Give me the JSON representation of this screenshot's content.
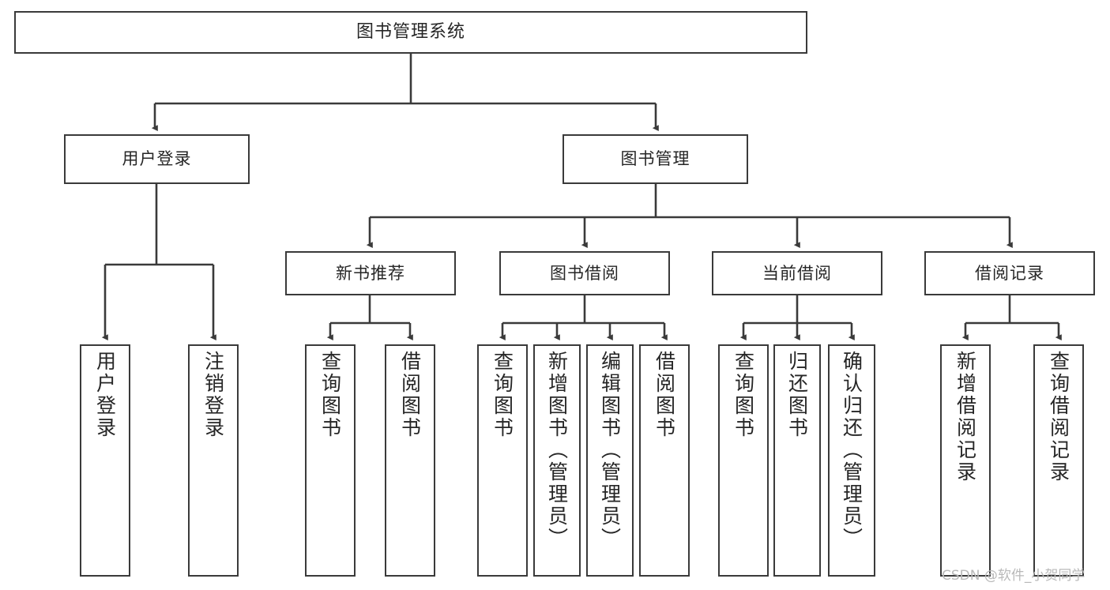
{
  "diagram": {
    "title": "图书管理系统",
    "type": "tree-hierarchy",
    "orientation": "top-down",
    "stroke_color": "#3a3a3a",
    "text_color": "#262626",
    "background_color": "#ffffff",
    "nodes": {
      "root": {
        "label": "图书管理系统"
      },
      "level2": [
        {
          "id": "user-login",
          "label": "用户登录"
        },
        {
          "id": "book-management",
          "label": "图书管理"
        }
      ],
      "level3": [
        {
          "id": "new-book-recommend",
          "label": "新书推荐"
        },
        {
          "id": "book-borrow",
          "label": "图书借阅"
        },
        {
          "id": "current-borrow",
          "label": "当前借阅"
        },
        {
          "id": "borrow-record",
          "label": "借阅记录"
        }
      ],
      "leaves": {
        "user-login": [
          {
            "id": "leaf-user-login",
            "label": "用户登录"
          },
          {
            "id": "leaf-logout-login",
            "label": "注销登录"
          }
        ],
        "new-book-recommend": [
          {
            "id": "leaf-query-book-1",
            "label": "查询图书"
          },
          {
            "id": "leaf-borrow-book-1",
            "label": "借阅图书"
          }
        ],
        "book-borrow": [
          {
            "id": "leaf-query-book-2",
            "label": "查询图书"
          },
          {
            "id": "leaf-add-book",
            "label": "新增图书（管理员）"
          },
          {
            "id": "leaf-edit-book",
            "label": "编辑图书（管理员）"
          },
          {
            "id": "leaf-borrow-book-2",
            "label": "借阅图书"
          }
        ],
        "current-borrow": [
          {
            "id": "leaf-query-book-3",
            "label": "查询图书"
          },
          {
            "id": "leaf-return-book",
            "label": "归还图书"
          },
          {
            "id": "leaf-confirm-return",
            "label": "确认归还（管理员）"
          }
        ],
        "borrow-record": [
          {
            "id": "leaf-add-record",
            "label": "新增借阅记录"
          },
          {
            "id": "leaf-query-record",
            "label": "查询借阅记录"
          }
        ]
      }
    }
  },
  "watermark": {
    "text": "CSDN @软件_小贺同学"
  }
}
